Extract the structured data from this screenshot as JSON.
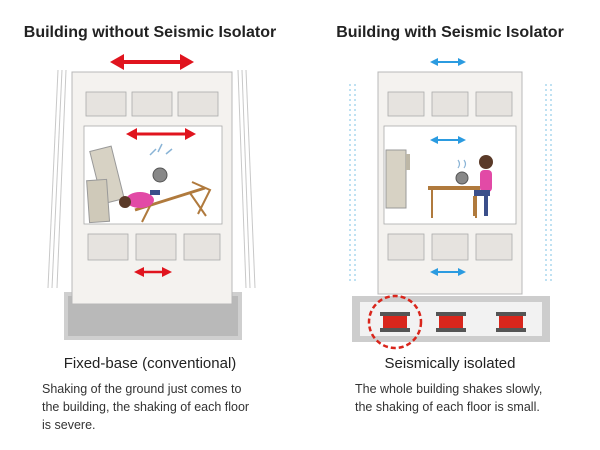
{
  "left": {
    "title": "Building without Seismic Isolator",
    "subtitle": "Fixed-base (conventional)",
    "description": "Shaking of the ground just comes to\nthe building, the shaking of  each floor\nis severe."
  },
  "right": {
    "title": "Building with Seismic Isolator",
    "subtitle": "Seismically isolated",
    "description": "The whole building shakes  slowly,\nthe shaking of each floor is small."
  },
  "colors": {
    "severe_arrow": "#e0141e",
    "gentle_arrow": "#2b9be0",
    "isolator": "#d9261c",
    "highlight_circle": "#d9261c",
    "ground": "#bdbdbd"
  }
}
